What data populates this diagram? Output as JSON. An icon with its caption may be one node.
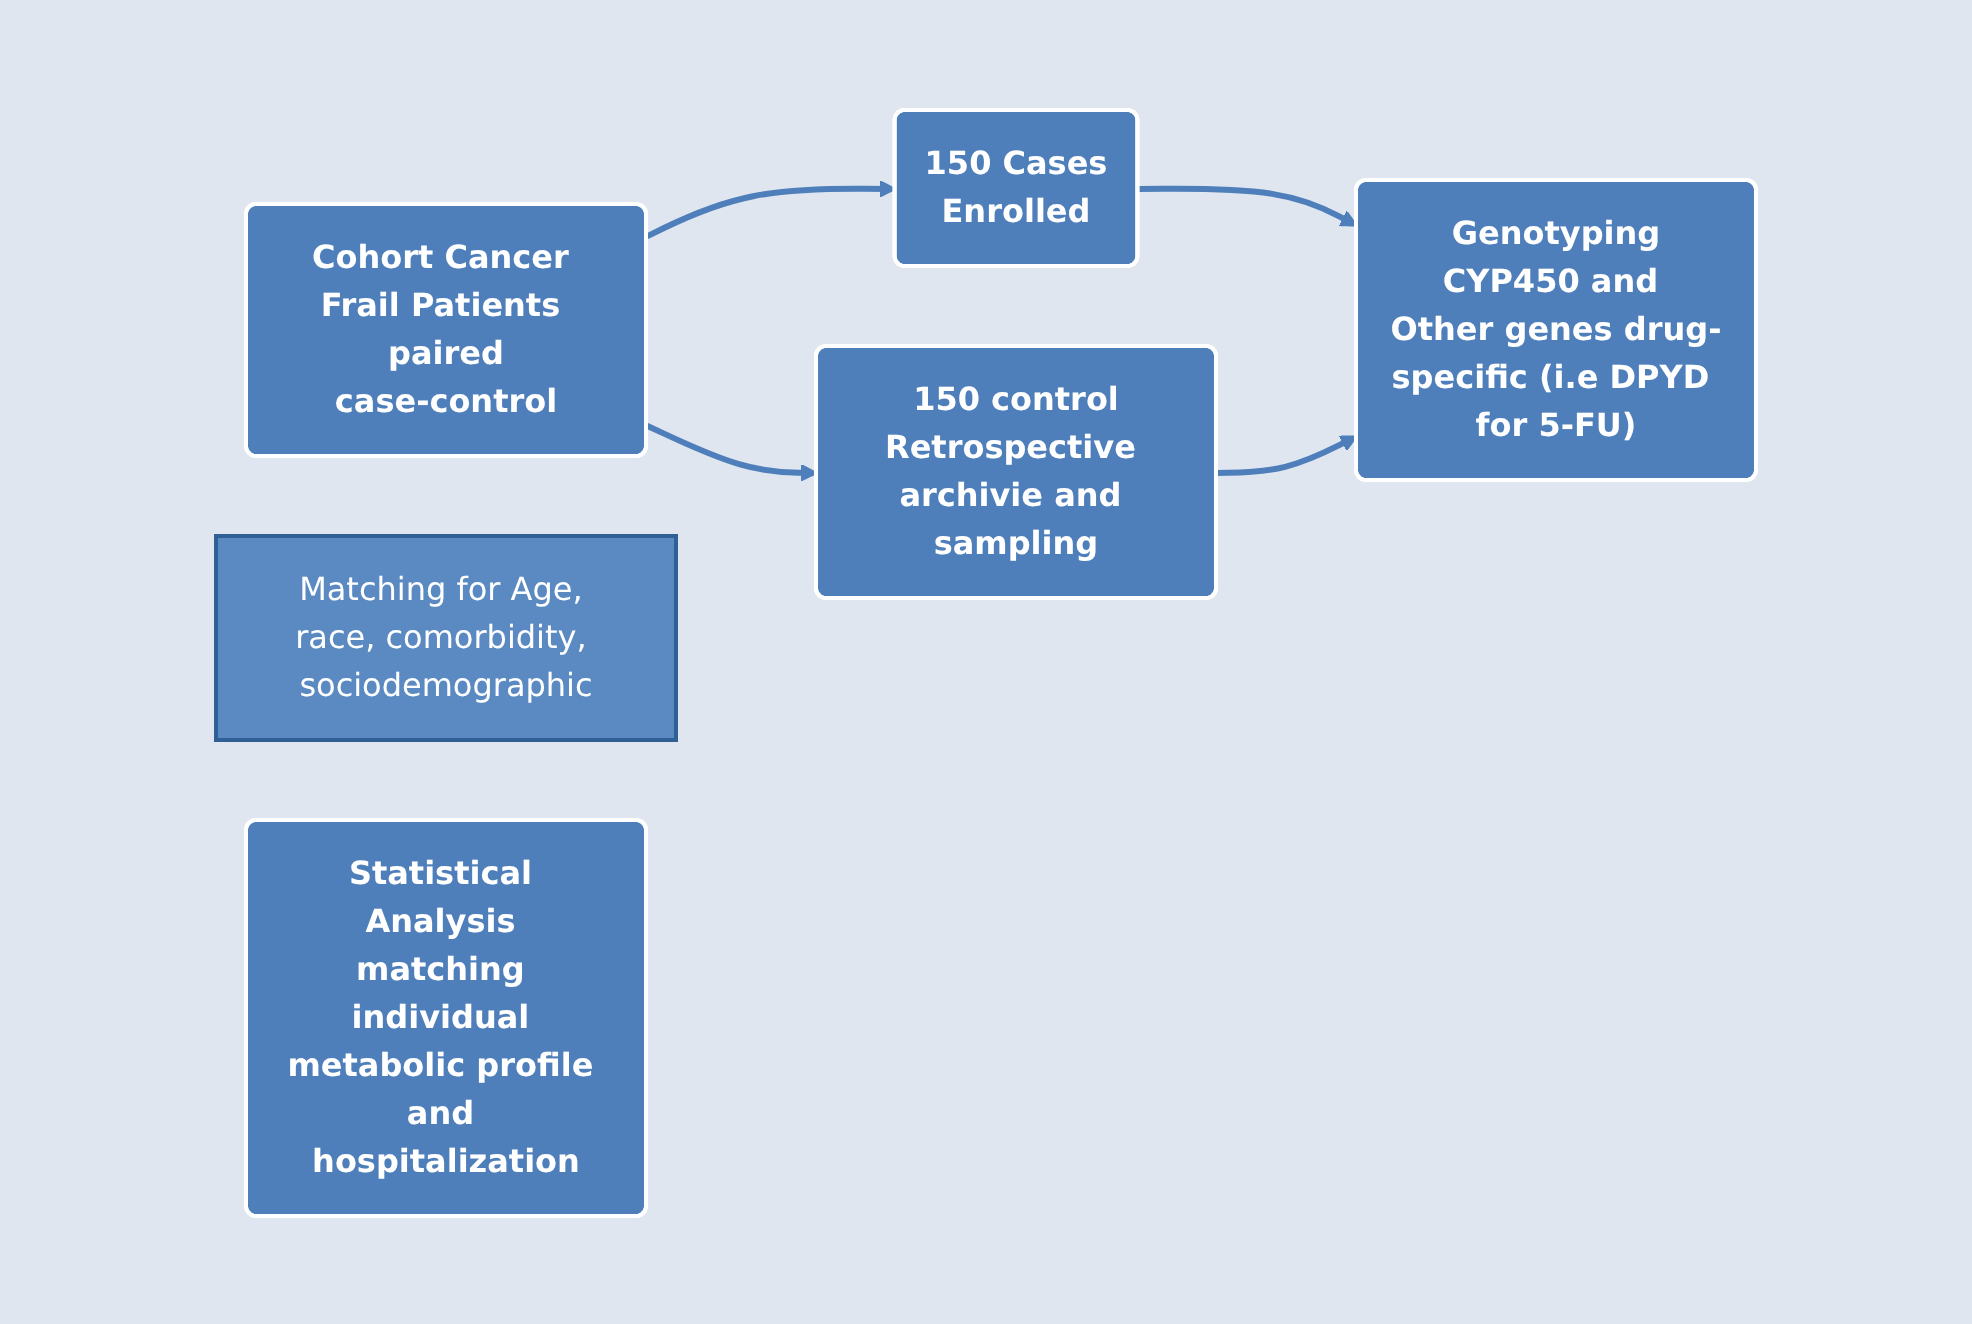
{
  "diagram": {
    "nodes": [
      {
        "text": [
          "Cohort Cancer Frail Patients paired",
          "case-control"
        ]
      },
      {
        "text": [
          "150 Cases",
          "Enrolled"
        ]
      },
      {
        "text": [
          "Matching for Age, race, comorbidity, sociodemographic"
        ]
      },
      {
        "text": [
          "150 control",
          "Retrospective archivie and sampling"
        ]
      },
      {
        "text": [
          "Genotyping",
          "CYP450 and Other genes drug-specific (i.e DPYD for 5-FU)"
        ]
      },
      {
        "text": [
          "Statistical Analysis matching individual metabolic profile and hospitalization"
        ]
      }
    ],
    "edges": [
      {
        "from": 0,
        "to": 1,
        "arrow": "to"
      },
      {
        "from": 0,
        "to": 3,
        "arrow": "to"
      },
      {
        "from": 1,
        "to": 4,
        "arrow": "to"
      },
      {
        "from": 3,
        "to": 4,
        "arrow": "to"
      }
    ]
  }
}
